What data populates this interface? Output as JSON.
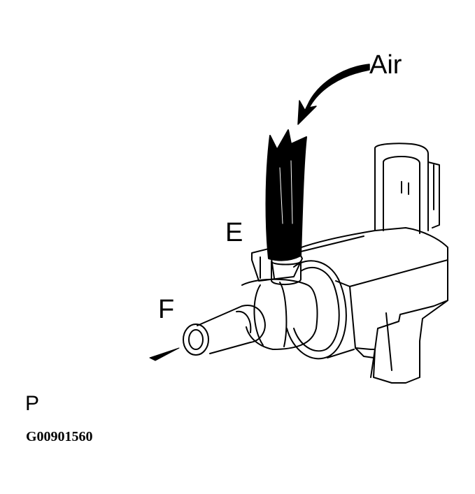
{
  "labels": {
    "air": "Air",
    "e": "E",
    "f": "F",
    "p": "P",
    "code": "G00901560"
  },
  "colors": {
    "line": "#000000",
    "background": "#ffffff"
  }
}
